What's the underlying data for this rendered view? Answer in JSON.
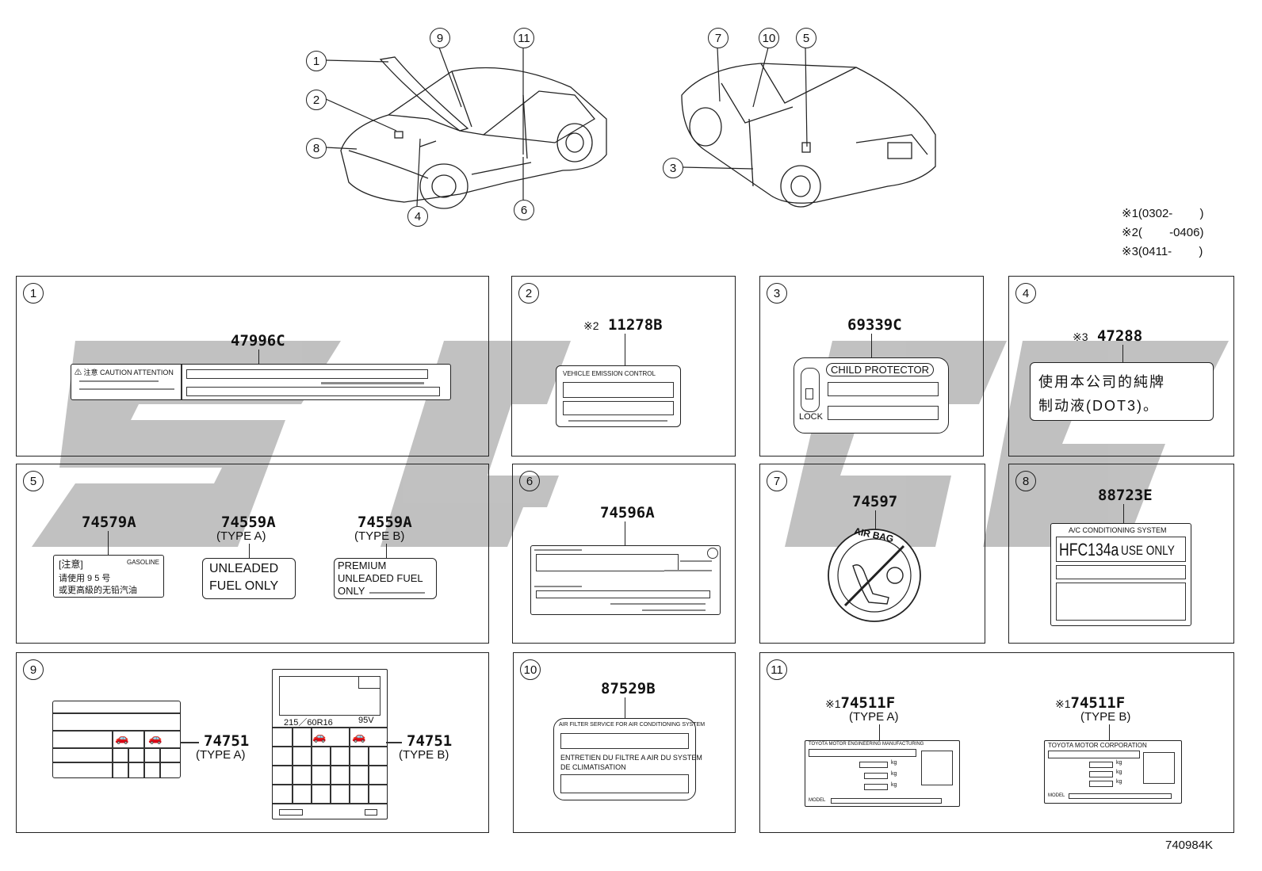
{
  "diagram_code": "740984K",
  "date_notes": [
    {
      "mark": "※1",
      "text": "(0302-　　 )"
    },
    {
      "mark": "※2",
      "text": "(　　 -0406)"
    },
    {
      "mark": "※3",
      "text": "(0411-　　 )"
    }
  ],
  "callouts": [
    "1",
    "2",
    "3",
    "4",
    "5",
    "6",
    "7",
    "8",
    "9",
    "10",
    "11"
  ],
  "panels": {
    "p1": {
      "num": "1",
      "part": "47996C",
      "caption": "⚠ 注意 CAUTION ATTENTION"
    },
    "p2": {
      "num": "2",
      "note": "※2",
      "part": "11278B",
      "caption": "VEHICLE EMISSION CONTROL"
    },
    "p3": {
      "num": "3",
      "part": "69339C",
      "title": "CHILD PROTECTOR",
      "lock": "LOCK"
    },
    "p4": {
      "num": "4",
      "note": "※3",
      "part": "47288",
      "line1": "使用本公司的純牌",
      "line2": "制动液(DOT3)。"
    },
    "p5": {
      "num": "5",
      "a": {
        "part": "74579A",
        "head": "[注意]",
        "tag": "GASOLINE",
        "line1": "请使用 9 5 号",
        "line2": "或更高級的无铅汽油"
      },
      "b": {
        "part": "74559A",
        "type": "(TYPE A)",
        "line1": "UNLEADED",
        "line2": "FUEL ONLY"
      },
      "c": {
        "part": "74559A",
        "type": "(TYPE B)",
        "line1": "PREMIUM",
        "line2": "UNLEADED FUEL",
        "line3": "ONLY"
      }
    },
    "p6": {
      "num": "6",
      "part": "74596A"
    },
    "p7": {
      "num": "7",
      "part": "74597",
      "ring": "AIR BAG"
    },
    "p8": {
      "num": "8",
      "part": "88723E",
      "head": "A/C CONDITIONING SYSTEM",
      "main1": "HFC134a",
      "main2": "USE ONLY"
    },
    "p9": {
      "num": "9",
      "a": {
        "part": "74751",
        "type": "(TYPE A)"
      },
      "b": {
        "part": "74751",
        "type": "(TYPE B)",
        "tire": "215／60R16",
        "speed": "95V"
      }
    },
    "p10": {
      "num": "10",
      "part": "87529B",
      "line1": "AIR FILTER SERVICE FOR AIR CONDITIONING SYSTEM",
      "line2": "ENTRETIEN DU FILTRE A AIR DU SYSTEM",
      "line3": "DE CLIMATISATION"
    },
    "p11": {
      "num": "11",
      "a": {
        "note": "※1",
        "part": "74511F",
        "type": "(TYPE A)",
        "head": "TOYOTA MOTOR ENGINEERING MANUFACTURING",
        "kg": "kg",
        "model": "MODEL"
      },
      "b": {
        "note": "※1",
        "part": "74511F",
        "type": "(TYPE B)",
        "head": "TOYOTA MOTOR CORPORATION",
        "kg": "kg",
        "model": "MODEL"
      }
    }
  }
}
